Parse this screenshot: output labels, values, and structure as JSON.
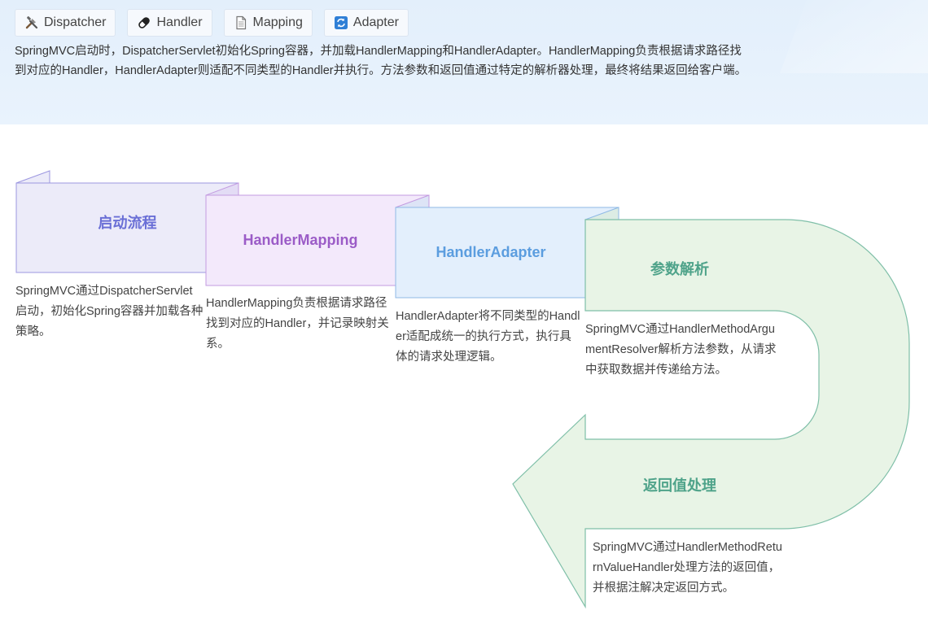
{
  "tags": [
    {
      "label": "Dispatcher",
      "icon": "tools-icon"
    },
    {
      "label": "Handler",
      "icon": "pill-icon"
    },
    {
      "label": "Mapping",
      "icon": "document-icon"
    },
    {
      "label": "Adapter",
      "icon": "refresh-icon"
    }
  ],
  "intro": "SpringMVC启动时，DispatcherServlet初始化Spring容器，并加载HandlerMapping和HandlerAdapter。HandlerMapping负责根据请求路径找到对应的Handler，HandlerAdapter则适配不同类型的Handler并执行。方法参数和返回值通过特定的解析器处理，最终将结果返回给客户端。",
  "steps": [
    {
      "title": "启动流程",
      "desc": "SpringMVC通过DispatcherServlet启动，初始化Spring容器并加载各种策略。",
      "color": "#6a6fd6",
      "fill": "#ecebf9",
      "stroke": "#9c97e0"
    },
    {
      "title": "HandlerMapping",
      "desc": "HandlerMapping负责根据请求路径找到对应的Handler，并记录映射关系。",
      "color": "#9b5cc7",
      "fill": "#f3e9fb",
      "stroke": "#c39be0"
    },
    {
      "title": "HandlerAdapter",
      "desc": "HandlerAdapter将不同类型的Handler适配成统一的执行方式，执行具体的请求处理逻辑。",
      "color": "#5b9ddf",
      "fill": "#e3effc",
      "stroke": "#8fb9e6"
    },
    {
      "title": "参数解析",
      "desc": "SpringMVC通过HandlerMethodArgumentResolver解析方法参数，从请求中获取数据并传递给方法。",
      "color": "#4fa38a",
      "fill": "#e8f4e6",
      "stroke": "#7fbfa8"
    },
    {
      "title": "返回值处理",
      "desc": "SpringMVC通过HandlerMethodReturnValueHandler处理方法的返回值，并根据注解决定返回方式。",
      "color": "#4fa38a",
      "fill": "#e8f4e6",
      "stroke": "#7fbfa8"
    }
  ]
}
